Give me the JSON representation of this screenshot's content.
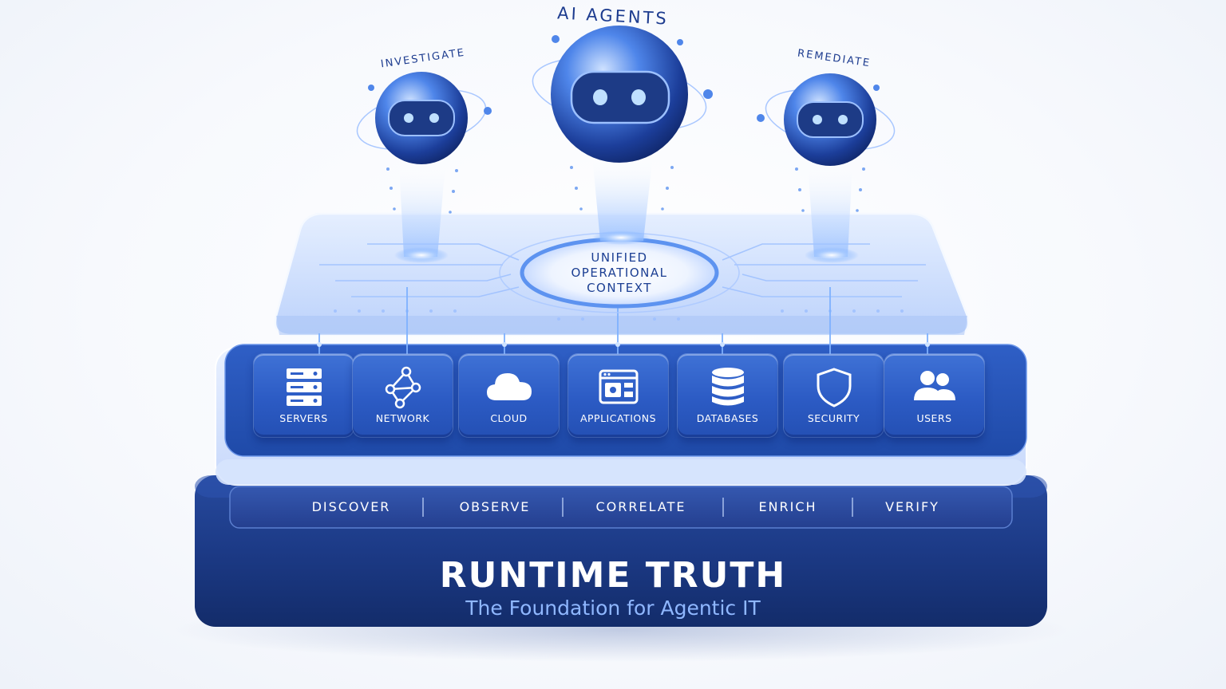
{
  "agents": {
    "group_label": "AI AGENTS",
    "left_label": "INVESTIGATE",
    "right_label": "REMEDIATE"
  },
  "context": {
    "line1": "UNIFIED",
    "line2": "OPERATIONAL",
    "line3": "CONTEXT"
  },
  "tiles": [
    {
      "label": "SERVERS",
      "icon": "server-icon"
    },
    {
      "label": "NETWORK",
      "icon": "network-icon"
    },
    {
      "label": "CLOUD",
      "icon": "cloud-icon"
    },
    {
      "label": "APPLICATIONS",
      "icon": "application-window-icon"
    },
    {
      "label": "DATABASES",
      "icon": "database-icon"
    },
    {
      "label": "SECURITY",
      "icon": "shield-icon"
    },
    {
      "label": "USERS",
      "icon": "users-icon"
    }
  ],
  "steps": [
    "DISCOVER",
    "OBSERVE",
    "CORRELATE",
    "ENRICH",
    "VERIFY"
  ],
  "foundation": {
    "title": "RUNTIME TRUTH",
    "subtitle": "The Foundation for Agentic IT"
  },
  "colors": {
    "navy": "#1d3f8f",
    "tile_blue": "#2f5fc8",
    "glow": "#7fb2ff",
    "accent_text": "#8fb7ff"
  }
}
